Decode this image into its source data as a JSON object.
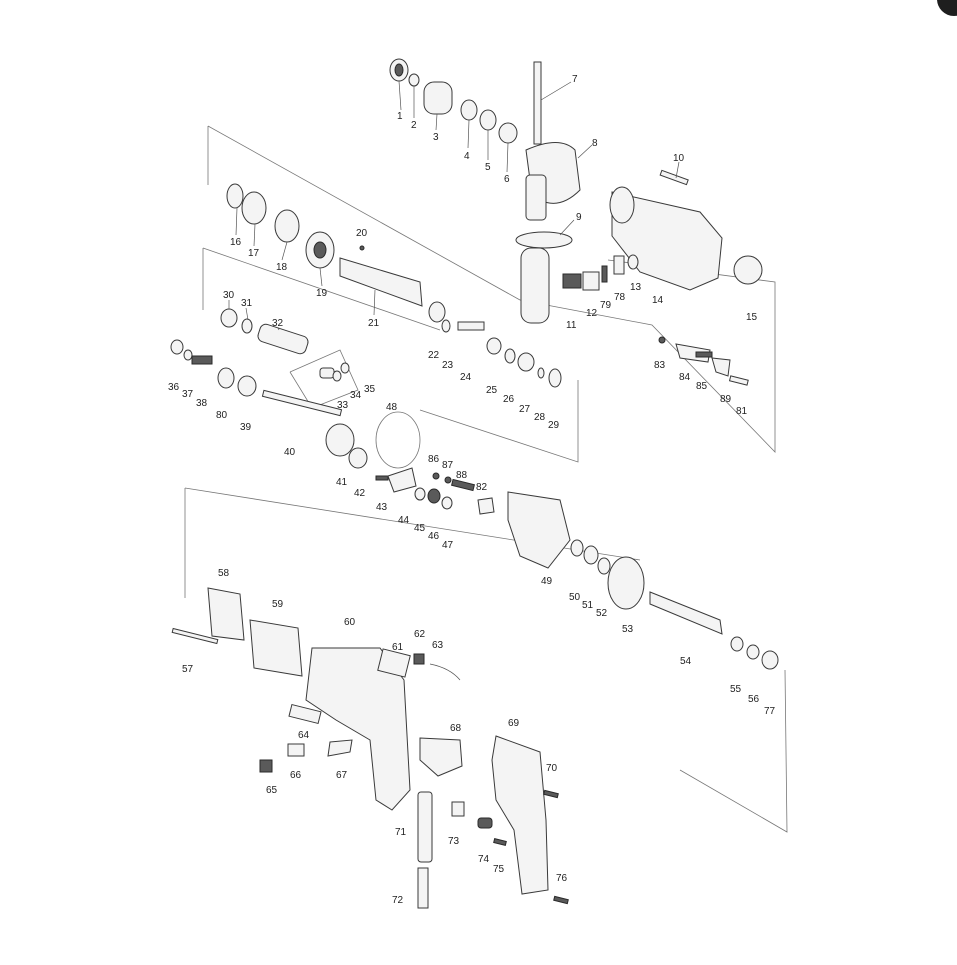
{
  "labels": {
    "l1": "1",
    "l2": "2",
    "l3": "3",
    "l4": "4",
    "l5": "5",
    "l6": "6",
    "l7": "7",
    "l8": "8",
    "l9": "9",
    "l10": "10",
    "l11": "11",
    "l12": "12",
    "l13": "13",
    "l14": "14",
    "l15": "15",
    "l16": "16",
    "l17": "17",
    "l18": "18",
    "l19": "19",
    "l20": "20",
    "l21": "21",
    "l22": "22",
    "l23": "23",
    "l24": "24",
    "l25": "25",
    "l26": "26",
    "l27": "27",
    "l28": "28",
    "l29": "29",
    "l30": "30",
    "l31": "31",
    "l32": "32",
    "l33": "33",
    "l34": "34",
    "l35": "35",
    "l36": "36",
    "l37": "37",
    "l38": "38",
    "l39": "39",
    "l40": "40",
    "l41": "41",
    "l42": "42",
    "l43": "43",
    "l44": "44",
    "l45": "45",
    "l46": "46",
    "l47": "47",
    "l48": "48",
    "l49": "49",
    "l50": "50",
    "l51": "51",
    "l52": "52",
    "l53": "53",
    "l54": "54",
    "l55": "55",
    "l56": "56",
    "l57": "57",
    "l58": "58",
    "l59": "59",
    "l60": "60",
    "l61": "61",
    "l62": "62",
    "l63": "63",
    "l64": "64",
    "l65": "65",
    "l66": "66",
    "l67": "67",
    "l68": "68",
    "l69": "69",
    "l70": "70",
    "l71": "71",
    "l72": "72",
    "l73": "73",
    "l74": "74",
    "l75": "75",
    "l76": "76",
    "l77": "77",
    "l78": "78",
    "l79": "79",
    "l80": "80",
    "l81": "81",
    "l82": "82",
    "l83": "83",
    "l84": "84",
    "l85": "85",
    "l86": "86",
    "l87": "87",
    "l88": "88",
    "l89": "89"
  }
}
